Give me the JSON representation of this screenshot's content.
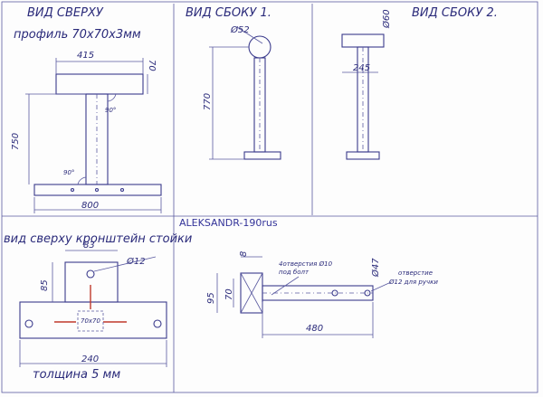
{
  "views": {
    "top": {
      "title": "ВИД СВЕРХУ",
      "subtitle": "профиль 70х70х3мм"
    },
    "side1": {
      "title": "ВИД СБОКУ 1."
    },
    "side2": {
      "title": "ВИД СБОКУ 2."
    },
    "bracket": {
      "title": "вид сверху кронштейн стойки"
    },
    "shelf": {
      "title": ""
    }
  },
  "signature": "ALEKSANDR-190rus",
  "dims": {
    "top_width": "415",
    "top_thick": "70",
    "height": "750",
    "angle_upper": "90°",
    "angle_lower": "90°",
    "base": "800",
    "side1_diameter": "Ø52",
    "side1_height": "770",
    "side2_diameter": "Ø60",
    "side2_width": "245",
    "bracket_width": "83",
    "bracket_height": "85",
    "bracket_hole": "Ø12",
    "bracket_square": "70х70",
    "bracket_total": "240",
    "bracket_thickness": "толщина 5 мм",
    "shelf_8": "8",
    "shelf_95": "95",
    "shelf_70": "70",
    "shelf_hole_note": "4отверстия Ø10",
    "shelf_hole_note2": "под болт",
    "shelf_diameter": "Ø47",
    "shelf_hole_right": "отверстие",
    "shelf_hole_right2": "Ø12 для ручки",
    "shelf_length": "480"
  }
}
